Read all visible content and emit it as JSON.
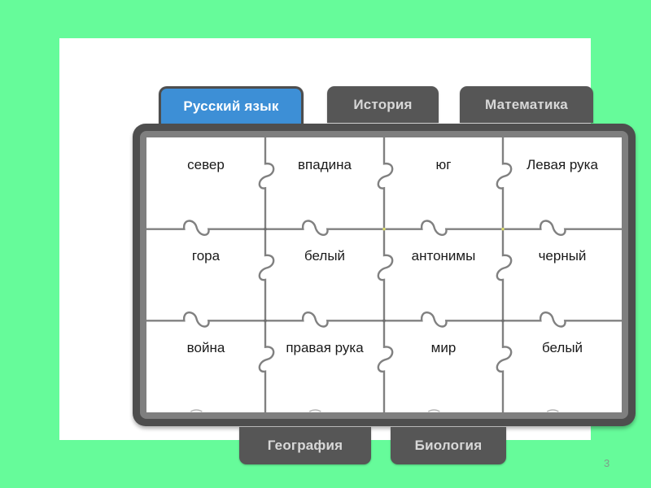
{
  "background_color": "#66fb9a",
  "slide": {
    "background_color": "#ffffff"
  },
  "tabs": {
    "top": [
      {
        "label": "Русский язык",
        "active": true,
        "color": "#3d8fd6"
      },
      {
        "label": "История",
        "active": false,
        "color": "#565656"
      },
      {
        "label": "Математика",
        "active": false,
        "color": "#565656"
      }
    ],
    "bottom": [
      {
        "label": "География",
        "active": false,
        "color": "#565656"
      },
      {
        "label": "Биология",
        "active": false,
        "color": "#565656"
      }
    ]
  },
  "puzzle": {
    "frame_color": "#4e4e4e",
    "inner_frame_color": "#7f7f7f",
    "cell_color": "#ffffff",
    "line_color": "#808080",
    "columns": 4,
    "rows": 3,
    "cells": [
      [
        "север",
        "впадина",
        "юг",
        "Левая рука"
      ],
      [
        "гора",
        "белый",
        "антонимы",
        "черный"
      ],
      [
        "война",
        "правая рука",
        "мир",
        "белый"
      ]
    ]
  },
  "page_number": "3"
}
